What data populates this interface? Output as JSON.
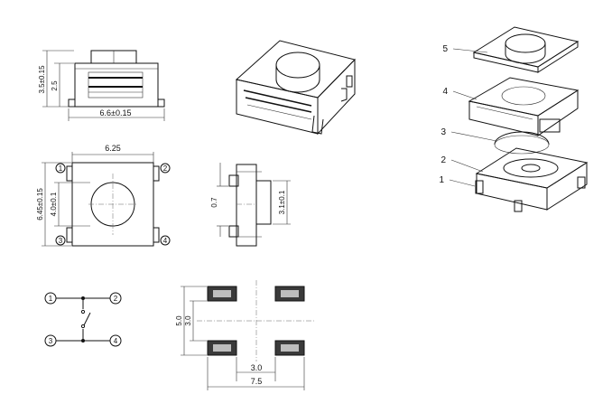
{
  "side_view": {
    "height_total": "3.5±0.15",
    "height_body": "2.5",
    "width": "6.6±0.15"
  },
  "top_view": {
    "width": "6.25",
    "height": "6.45±0.15",
    "actuator_dia": "4.0±0.1",
    "pins": [
      "1",
      "2",
      "3",
      "4"
    ]
  },
  "end_view": {
    "gap": "0.7",
    "actuator_height": "3.1±0.1"
  },
  "exploded": {
    "labels": [
      "5",
      "4",
      "3",
      "2",
      "1"
    ]
  },
  "schematic": {
    "pins": [
      "1",
      "2",
      "3",
      "4"
    ]
  },
  "footprint": {
    "outer_height": "5.0",
    "inner_height": "3.0",
    "inner_width": "3.0",
    "outer_width": "7.5"
  }
}
